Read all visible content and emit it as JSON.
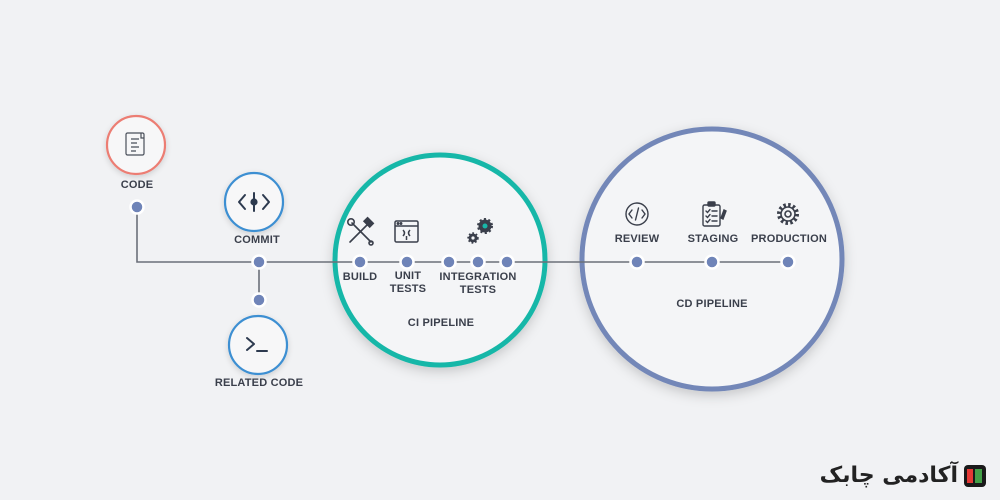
{
  "stages": {
    "code": "CODE",
    "commit": "COMMIT",
    "related_code": "RELATED CODE",
    "build": "BUILD",
    "unit_tests_1": "UNIT",
    "unit_tests_2": "TESTS",
    "integration_tests_1": "INTEGRATION",
    "integration_tests_2": "TESTS",
    "review": "REVIEW",
    "staging": "STAGING",
    "production": "PRODUCTION"
  },
  "groups": {
    "ci": "CI PIPELINE",
    "cd": "CD PIPELINE"
  },
  "icons": {
    "code": "document-code-icon",
    "commit": "commit-icon",
    "related_code": "terminal-icon",
    "build": "hammer-wrench-icon",
    "unit_tests": "browser-wrench-icon",
    "integration_tests": "gears-icon",
    "review": "code-review-icon",
    "staging": "clipboard-checklist-icon",
    "production": "gear-icon"
  },
  "colors": {
    "line": "#6b7079",
    "node": "#6f84b8",
    "ci_ring": "#18b7a8",
    "cd_ring": "#7387b8",
    "code_ring": "#ec7d73",
    "commit_ring": "#3c8fd2"
  },
  "logo": {
    "text": "آکادمی چابک"
  }
}
